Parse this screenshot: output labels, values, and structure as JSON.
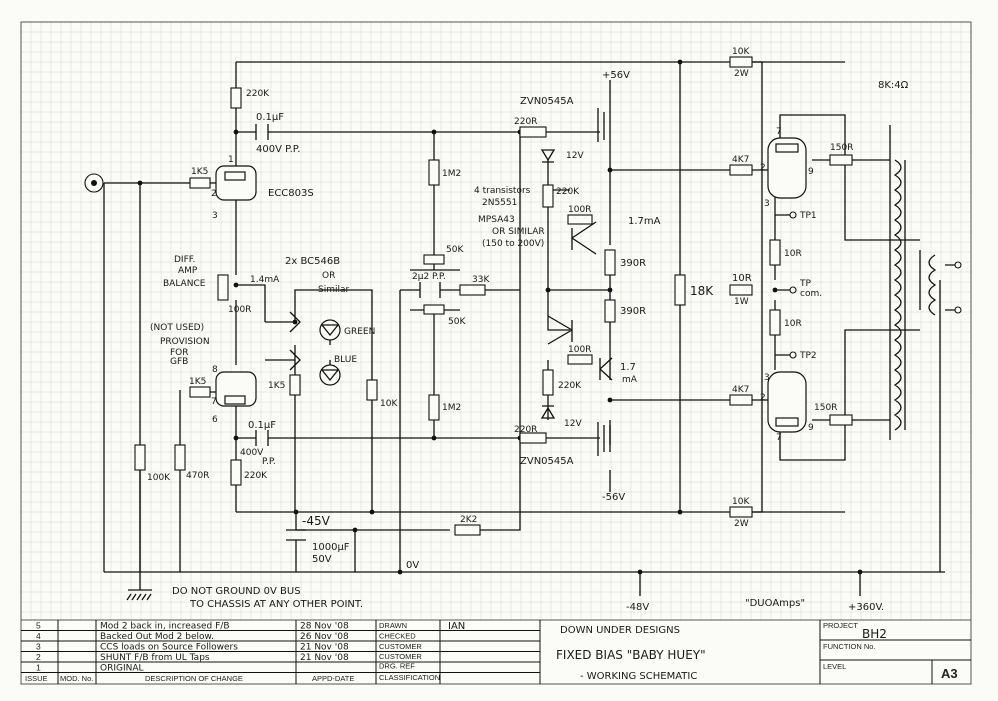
{
  "labels": {
    "r_220k_top": "220K",
    "c_top_value": "0.1µF",
    "c_top_rating": "400V P.P.",
    "r_1k5_top": "1K5",
    "tube_ecc": "ECC803S",
    "pin_1": "1",
    "pin_2": "2",
    "pin_3": "3",
    "pin_6": "6",
    "pin_7": "7",
    "pin_8": "8",
    "pin_9": "9",
    "diff_amp": "DIFF.",
    "diff_amp2": "AMP",
    "balance": "BALANCE",
    "r_100r_bal": "100R",
    "not_used": "(NOT USED)",
    "provision": "PROVISION",
    "for": "FOR",
    "gfb": "GFB",
    "r_1k5_bot": "1K5",
    "c_bot_value": "0.1µF",
    "c_bot_rating1": "400V",
    "c_bot_rating2": "P.P.",
    "r_220k_bot": "220K",
    "r_100k": "100K",
    "r_470r": "470R",
    "bc546b": "2x BC546B",
    "or_similar": "OR",
    "similar": "Similar",
    "current_1_4": "1.4mA",
    "led_green": "GREEN",
    "led_blue": "BLUE",
    "r_1k5_mid": "1K5",
    "r_10k_left": "10K",
    "minus45v": "-45V",
    "cap_big_value": "1000µF",
    "cap_big_rating": "50V",
    "zero_v": "0V",
    "r_2k2": "2K2",
    "r_1m2_top": "1M2",
    "r_1m2_bot": "1M2",
    "r_50k_top": "50K",
    "r_50k_bot": "50K",
    "c_2u2": "2µ2 P.P.",
    "r_33k": "33K",
    "zvn_top": "ZVN0545A",
    "zvn_bot": "ZVN0545A",
    "plus56v": "+56V",
    "minus56v": "-56V",
    "r_220r_top": "220R",
    "r_220r_bot": "220R",
    "zener_top": "12V",
    "zener_bot": "12V",
    "four_transistors": "4 transistors",
    "t_2n5551": "2N5551",
    "t_mpsa43": "MPSA43",
    "or_similar2": "OR SIMILAR",
    "rating_150": "(150 to 200V)",
    "r_220k_mid": "220K",
    "r_100r_top": "100R",
    "r_100r_bot": "100R",
    "current_top": "1.7mA",
    "current_bot": "1.7",
    "current_bot_unit": "mA",
    "r_390r_top": "390R",
    "r_390r_bot": "390R",
    "r_220k_lower": "220K",
    "r_18k": "18K",
    "r_10k_2w_top": "10K",
    "r_10k_2w_top_rating": "2W",
    "r_10k_2w_bot": "10K",
    "r_10k_2w_bot_rating": "2W",
    "r_4k7_top": "4K7",
    "r_4k7_bot": "4K7",
    "r_150r_top": "150R",
    "r_150r_bot": "150R",
    "tp1": "TP1",
    "tp2": "TP2",
    "tp_com": "TP",
    "tp_com2": "com.",
    "r_10r_a": "10R",
    "r_10r_b": "10R",
    "r_10r_c": "10R",
    "r_1w": "1W",
    "transformer": "8K:4Ω",
    "minus48v": "-48V",
    "plus360v": "+360V.",
    "ground_note1": "DO NOT GROUND 0V BUS",
    "ground_note2": "TO CHASSIS AT ANY OTHER POINT.",
    "duo_amps": "\"DUOAmps\""
  },
  "title_block": {
    "revisions": [
      {
        "issue": "5",
        "description": "Mod 2 back in, increased F/B",
        "date": "28 Nov '08"
      },
      {
        "issue": "4",
        "description": "Backed Out Mod 2 below.",
        "date": "26 Nov '08"
      },
      {
        "issue": "3",
        "description": "CCS loads on Source Followers",
        "date": "21 Nov '08"
      },
      {
        "issue": "2",
        "description": "SHUNT F/B from UL Taps",
        "date": "21 Nov '08"
      },
      {
        "issue": "1",
        "description": "ORIGINAL",
        "date": ""
      }
    ],
    "col_issue": "ISSUE",
    "col_mod": "MOD. No.",
    "col_desc": "DESCRIPTION OF CHANGE",
    "col_date": "APPD-DATE",
    "drawn_label": "DRAWN",
    "drawn_value": "IAN",
    "checked_label": "CHECKED",
    "customer_label": "CUSTOMER",
    "customer_drg_label1": "CUSTOMER",
    "customer_drg_label2": "DRG. REF",
    "classification_label": "CLASSIFICATION",
    "company": "DOWN UNDER DESIGNS",
    "title_line1": "FIXED BIAS \"BABY HUEY\"",
    "title_line2": "- WORKING SCHEMATIC",
    "project_label": "PROJECT",
    "project_value": "BH2",
    "function_label": "FUNCTION No.",
    "level_label": "LEVEL",
    "sheet_size": "A3"
  }
}
